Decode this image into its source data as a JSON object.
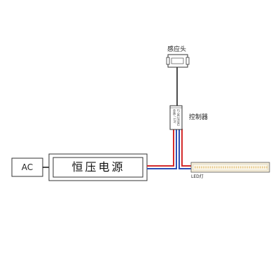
{
  "diagram": {
    "ac_label": "AC",
    "psu_label": "恒压电源",
    "sensor_label": "感应头",
    "controller_label": "控制器",
    "controller_text": "LT-961PRM2 单路 / 12V",
    "led_label": "LED灯"
  },
  "colors": {
    "wire_red": "#d42a2a",
    "wire_blue": "#2d4fb5",
    "wire_black": "#111111",
    "led_fill": "#f7eed8",
    "led_dot": "#e6c98a"
  }
}
